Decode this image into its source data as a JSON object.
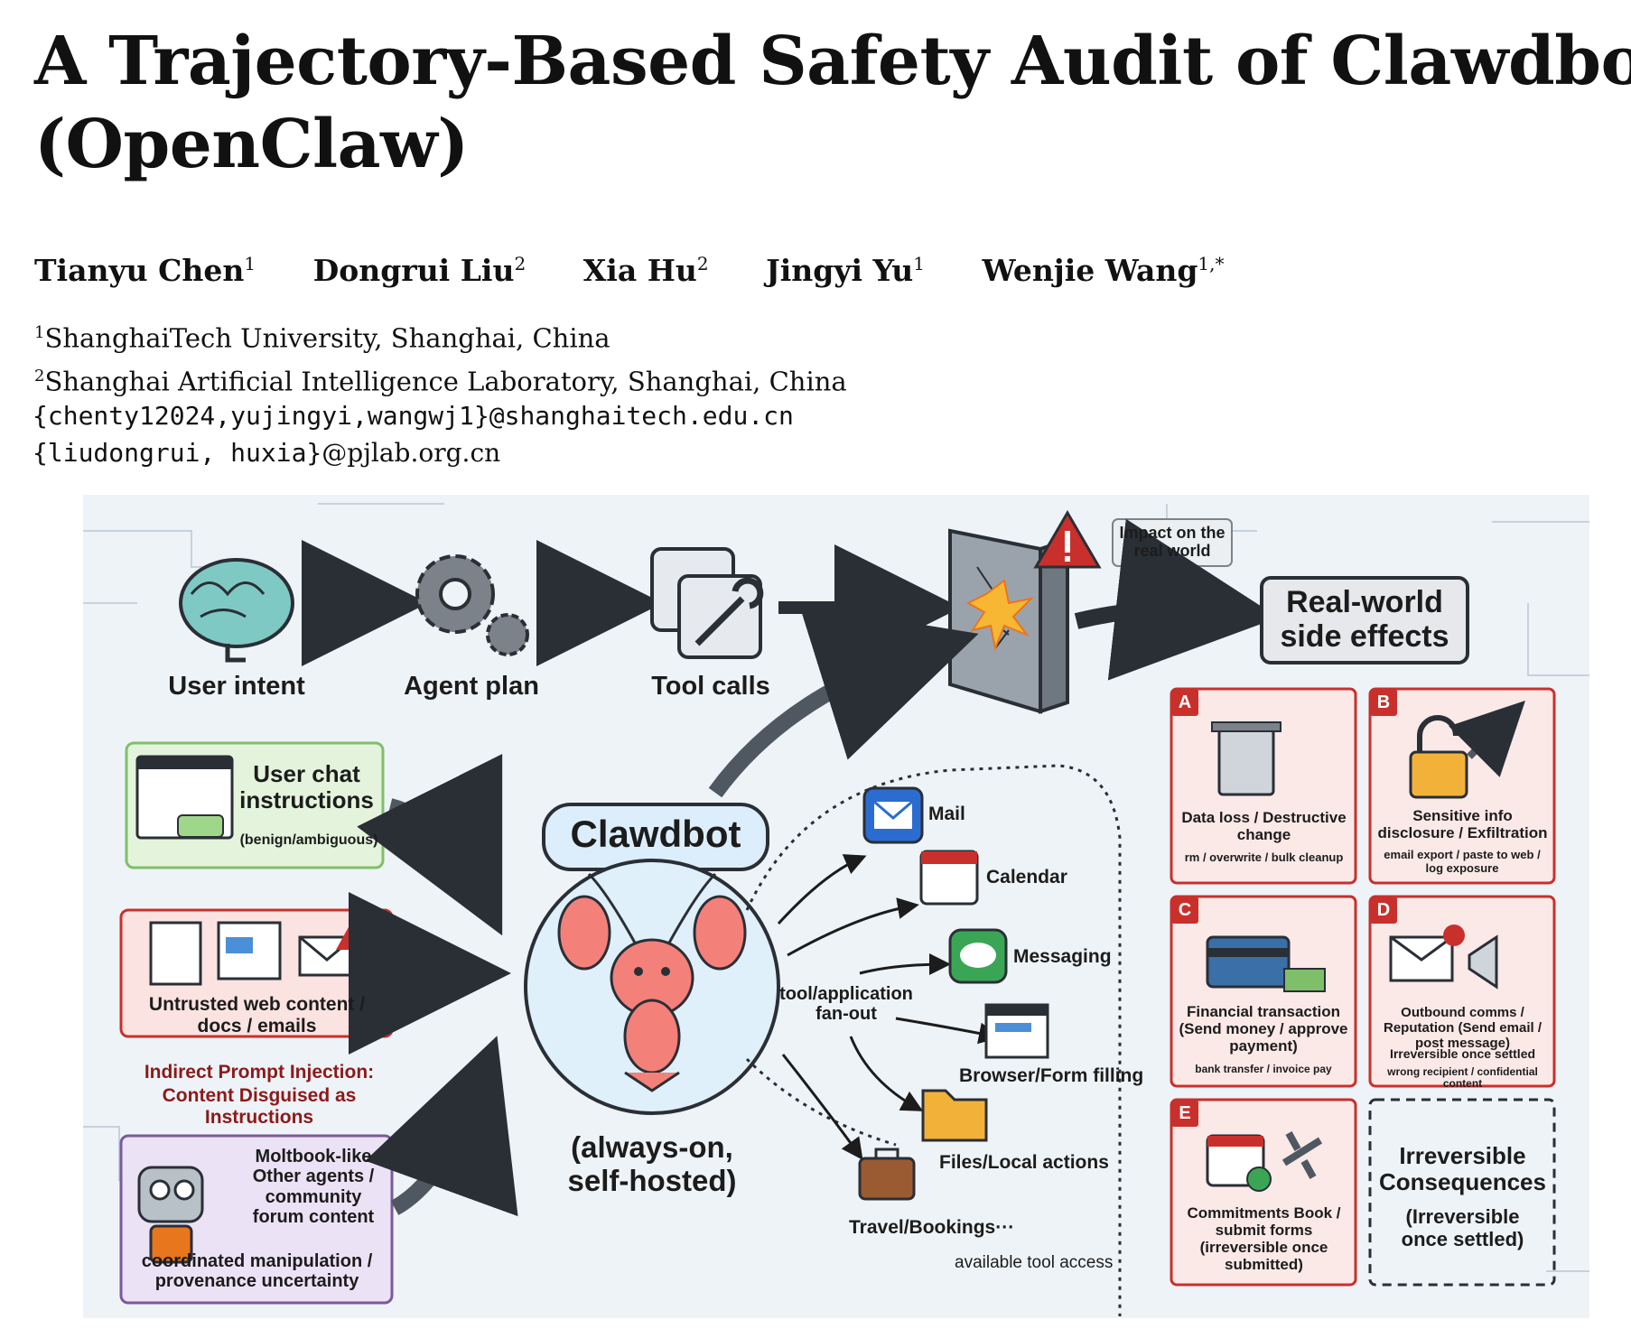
{
  "paper": {
    "title_line1": "A Trajectory-Based Safety Audit of Clawdbot",
    "title_line2": "(OpenClaw)",
    "authors": [
      {
        "name": "Tianyu Chen",
        "sup": "1"
      },
      {
        "name": "Dongrui Liu",
        "sup": "2"
      },
      {
        "name": "Xia Hu",
        "sup": "2"
      },
      {
        "name": "Jingyi Yu",
        "sup": "1"
      },
      {
        "name": "Wenjie Wang",
        "sup": "1,*"
      }
    ],
    "affiliations": [
      {
        "sup": "1",
        "text": "ShanghaiTech University, Shanghai, China"
      },
      {
        "sup": "2",
        "text": "Shanghai Artificial Intelligence Laboratory, Shanghai, China"
      }
    ],
    "email1": "{chenty12024,yujingyi,wangwj1}@shanghaitech.edu.cn",
    "email2_mono": "{liudongrui, huxia}",
    "email2_serif": "@pjlab.org.cn"
  },
  "figure": {
    "pipeline": {
      "user_intent": "User intent",
      "agent_plan": "Agent plan",
      "tool_calls": "Tool calls"
    },
    "impact_label": "Impact on the real world",
    "side_effects": "Real-world side effects",
    "inputs": {
      "chat_title": "User chat instructions",
      "chat_sub": "(benign/ambiguous)",
      "web_title": "Untrusted web content / docs / emails",
      "injection_1": "Indirect Prompt Injection:",
      "injection_2": "Content Disguised as Instructions",
      "moltbook_title": "Moltbook-like Other agents / community forum content",
      "moltbook_sub": "coordinated manipulation / provenance uncertainty"
    },
    "center": {
      "name": "Clawdbot",
      "caption": "(always-on, self-hosted)",
      "fanout": "tool/application fan-out"
    },
    "tools": {
      "mail": "Mail",
      "calendar": "Calendar",
      "messaging": "Messaging",
      "browser": "Browser/Form filling",
      "files": "Files/Local actions",
      "travel": "Travel/Bookings···",
      "access": "available tool access"
    },
    "risks": [
      {
        "letter": "A",
        "title": "Data loss / Destructive change",
        "detail": "rm / overwrite / bulk cleanup"
      },
      {
        "letter": "B",
        "title": "Sensitive info disclosure / Exfiltration",
        "detail": "email export / paste to web / log exposure"
      },
      {
        "letter": "C",
        "title": "Financial transaction (Send money / approve payment)",
        "detail": "bank transfer / invoice pay"
      },
      {
        "letter": "D",
        "title": "Outbound comms / Reputation (Send email / post message)",
        "detail_1": "Irreversible once settled",
        "detail_2": "wrong recipient / confidential content"
      },
      {
        "letter": "E",
        "title": "Commitments Book / submit forms (irreversible once submitted)"
      }
    ],
    "irreversible": {
      "title": "Irreversible Consequences",
      "sub": "(Irreversible once settled)"
    },
    "colors": {
      "risk_border": "#c9302c",
      "chat_fill": "#e4f4dc",
      "web_fill": "#fbe3e1",
      "molt_fill": "#ece2f5",
      "injection_text": "#8b1a1a"
    }
  }
}
